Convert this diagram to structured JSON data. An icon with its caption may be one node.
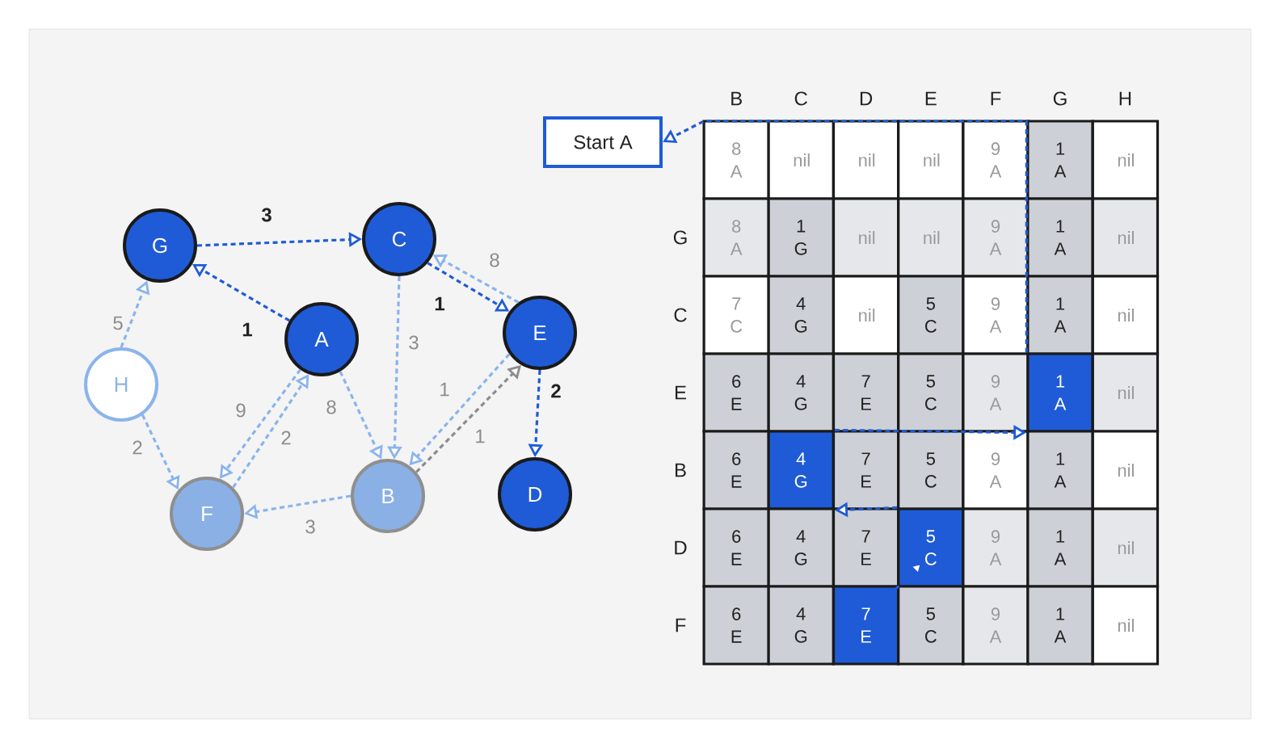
{
  "diagram": {
    "nodes": [
      {
        "text": [
          "G"
        ]
      },
      {
        "text": [
          "C"
        ]
      },
      {
        "text": [
          "A"
        ]
      },
      {
        "text": [
          "E"
        ]
      },
      {
        "text": [
          "H"
        ]
      },
      {
        "text": [
          "F"
        ]
      },
      {
        "text": [
          "B"
        ]
      },
      {
        "text": [
          "D"
        ]
      },
      {
        "text": [
          "Start A"
        ]
      },
      {
        "text": [
          "8 A"
        ]
      },
      {
        "text": [
          "nil"
        ]
      },
      {
        "text": [
          "nil"
        ]
      },
      {
        "text": [
          "nil"
        ]
      },
      {
        "text": [
          "9 A"
        ]
      },
      {
        "text": [
          "1 A"
        ]
      },
      {
        "text": [
          "nil"
        ]
      },
      {
        "text": [
          "8 A"
        ]
      },
      {
        "text": [
          "1 G"
        ]
      },
      {
        "text": [
          "nil"
        ]
      },
      {
        "text": [
          "nil"
        ]
      },
      {
        "text": [
          "9 A"
        ]
      },
      {
        "text": [
          "1 A"
        ]
      },
      {
        "text": [
          "nil"
        ]
      },
      {
        "text": [
          "7 C"
        ]
      },
      {
        "text": [
          "4 G"
        ]
      },
      {
        "text": [
          "nil"
        ]
      },
      {
        "text": [
          "5 C"
        ]
      },
      {
        "text": [
          "9 A"
        ]
      },
      {
        "text": [
          "1 A"
        ]
      },
      {
        "text": [
          "nil"
        ]
      },
      {
        "text": [
          "6 E"
        ]
      },
      {
        "text": [
          "4 G"
        ]
      },
      {
        "text": [
          "7 E"
        ]
      },
      {
        "text": [
          "5 C"
        ]
      },
      {
        "text": [
          "9 A"
        ]
      },
      {
        "text": [
          "1 A"
        ]
      },
      {
        "text": [
          "nil"
        ]
      },
      {
        "text": [
          "6 E"
        ]
      },
      {
        "text": [
          "4 G"
        ]
      },
      {
        "text": [
          "7 E"
        ]
      },
      {
        "text": [
          "5 C"
        ]
      },
      {
        "text": [
          "9 A"
        ]
      },
      {
        "text": [
          "1 A"
        ]
      },
      {
        "text": [
          "nil"
        ]
      },
      {
        "text": [
          "6 E"
        ]
      },
      {
        "text": [
          "4 G"
        ]
      },
      {
        "text": [
          "7 E"
        ]
      },
      {
        "text": [
          "5 C"
        ]
      },
      {
        "text": [
          "9 A"
        ]
      },
      {
        "text": [
          "1 A"
        ]
      },
      {
        "text": [
          "nil"
        ]
      },
      {
        "text": [
          "6 E"
        ]
      },
      {
        "text": [
          "4 G"
        ]
      },
      {
        "text": [
          "7 E"
        ]
      },
      {
        "text": [
          "5 C"
        ]
      },
      {
        "text": [
          "9 A"
        ]
      },
      {
        "text": [
          "1 A"
        ]
      },
      {
        "text": [
          "nil"
        ]
      }
    ],
    "edges": [
      {
        "from": 0,
        "to": 1,
        "arrow": "to",
        "label": "3",
        "color": "#1f5bd6"
      },
      {
        "from": 2,
        "to": 0,
        "arrow": "to",
        "label": "1",
        "color": "#1f5bd6"
      },
      {
        "from": 1,
        "to": 3,
        "arrow": "to",
        "label": "1",
        "color": "#1f5bd6"
      },
      {
        "from": 3,
        "to": 7,
        "arrow": "to",
        "label": "2",
        "color": "#1f5bd6"
      },
      {
        "from": 3,
        "to": 1,
        "arrow": "to",
        "label": "8"
      },
      {
        "from": 1,
        "to": 6,
        "arrow": "to",
        "label": "3"
      },
      {
        "from": 2,
        "to": 6,
        "arrow": "to",
        "label": "8"
      },
      {
        "from": 3,
        "to": 6,
        "arrow": "to",
        "label": "1"
      },
      {
        "from": 6,
        "to": 3,
        "arrow": "to",
        "label": "1",
        "color": "#8c8c8c"
      },
      {
        "from": 2,
        "to": 5,
        "arrow": "to",
        "label": "9"
      },
      {
        "from": 5,
        "to": 2,
        "arrow": "to",
        "label": "2"
      },
      {
        "from": 4,
        "to": 0,
        "arrow": "to",
        "label": "5"
      },
      {
        "from": 4,
        "to": 5,
        "arrow": "to",
        "label": "2"
      },
      {
        "from": 6,
        "to": 5,
        "arrow": "to",
        "label": "3"
      },
      {
        "from": 53,
        "to": 47,
        "arrow": "to",
        "color": "#1f5bd6"
      },
      {
        "from": 47,
        "to": 38,
        "arrow": "to",
        "color": "#1f5bd6"
      },
      {
        "from": 38,
        "to": 35,
        "arrow": "to",
        "color": "#1f5bd6"
      },
      {
        "from": 35,
        "to": 8,
        "arrow": "to",
        "color": "#1f5bd6"
      }
    ],
    "labels": [
      "B",
      "C",
      "D",
      "E",
      "F",
      "G",
      "H",
      "G",
      "C",
      "E",
      "B",
      "D",
      "F"
    ]
  }
}
